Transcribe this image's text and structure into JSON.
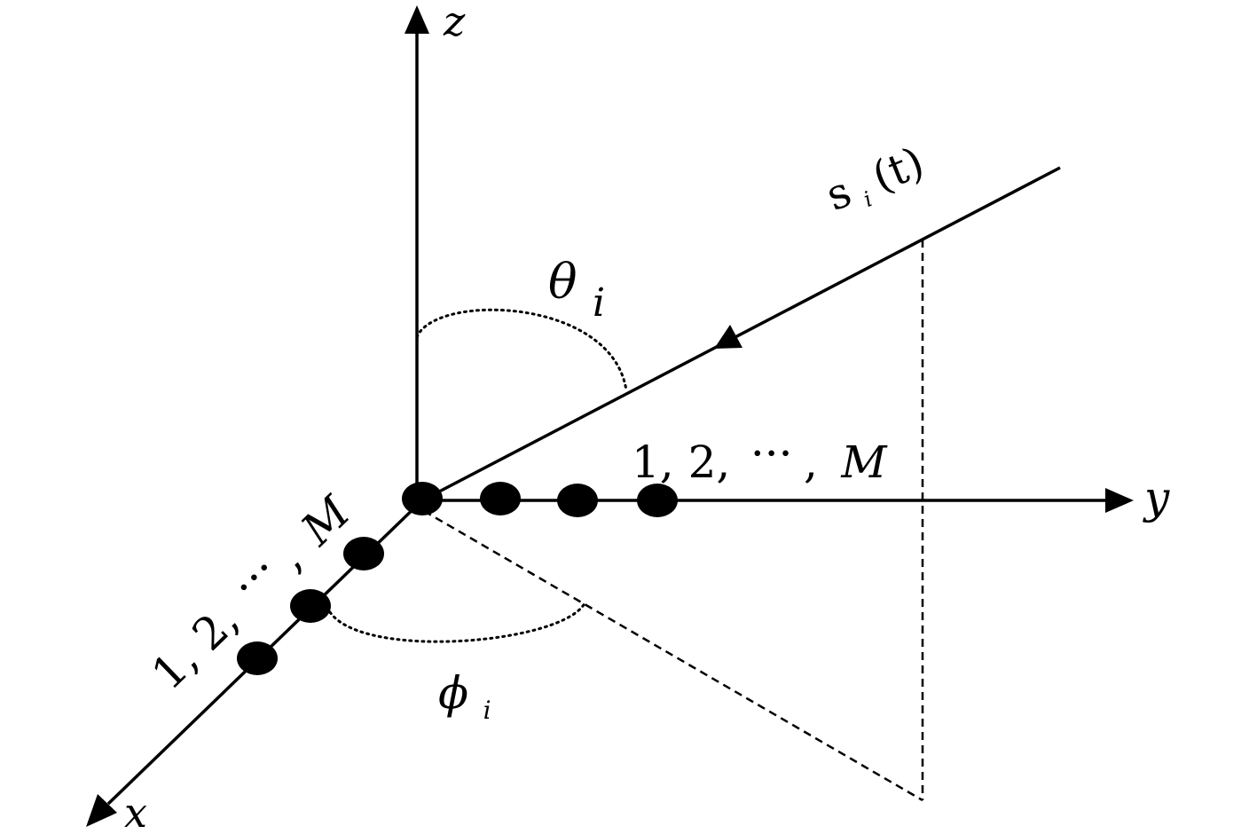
{
  "axes": {
    "x_label": "x",
    "y_label": "y",
    "z_label": "z"
  },
  "signal": {
    "label_main": "s",
    "label_sub": "i",
    "label_arg": "(t)"
  },
  "angles": {
    "theta_symbol": "θ",
    "theta_sub": "i",
    "phi_symbol": "ϕ",
    "phi_sub": "i"
  },
  "arrays": {
    "y_array_label_prefix": "1, 2,",
    "y_array_label_dots": "···",
    "y_array_label_sep": ",",
    "y_array_label_last": "M",
    "x_array_label_prefix": "1, 2,",
    "x_array_label_dots": "···",
    "x_array_label_sep": ",",
    "x_array_label_last": "M"
  },
  "colors": {
    "ink": "#000000",
    "background": "#ffffff"
  }
}
